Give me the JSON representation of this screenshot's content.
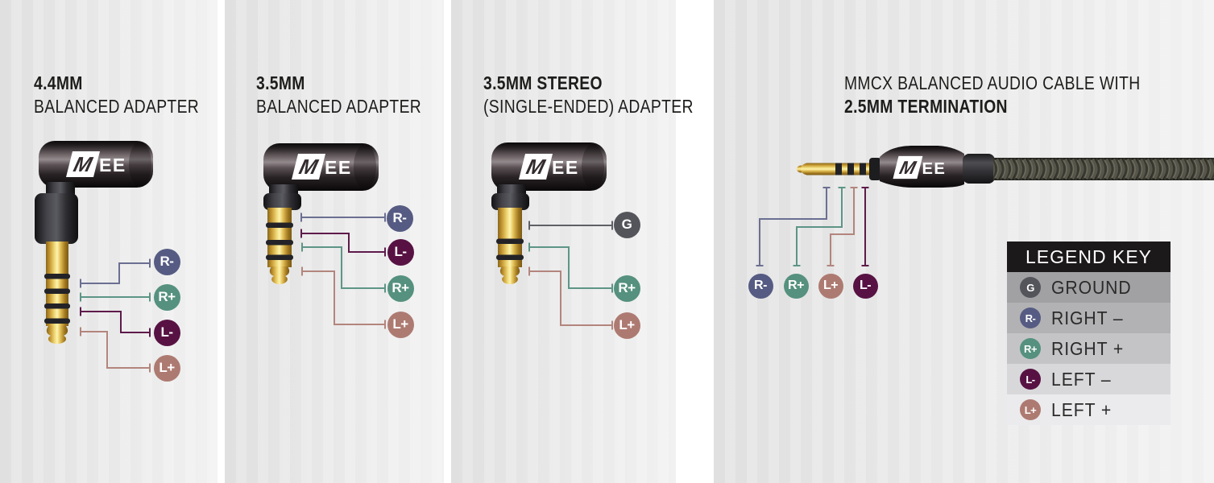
{
  "brand_logo": {
    "m": "M",
    "ee": "EE"
  },
  "pin_colors": {
    "G": "#54555b",
    "R-": "#565b83",
    "R+": "#55917e",
    "L-": "#571243",
    "L+": "#ad7a71"
  },
  "line_colors": {
    "G": "#5f6066",
    "R-": "#6b6f92",
    "R+": "#5d9586",
    "L-": "#5e1b4b",
    "L+": "#b3857d"
  },
  "panels": [
    {
      "title_line1": "4.4MM",
      "title_line2": "BALANCED ADAPTER",
      "pins": [
        {
          "label": "R-"
        },
        {
          "label": "R+"
        },
        {
          "label": "L-"
        },
        {
          "label": "L+"
        }
      ]
    },
    {
      "title_line1": "3.5MM",
      "title_line2": "BALANCED ADAPTER",
      "pins": [
        {
          "label": "R-"
        },
        {
          "label": "L-"
        },
        {
          "label": "R+"
        },
        {
          "label": "L+"
        }
      ]
    },
    {
      "title_line1": "3.5MM STEREO",
      "title_line2": "(SINGLE-ENDED) ADAPTER",
      "pins": [
        {
          "label": "G"
        },
        {
          "label": "R+"
        },
        {
          "label": "L+"
        }
      ]
    },
    {
      "title_line1": "MMCX BALANCED AUDIO CABLE WITH",
      "title_line2": "2.5MM TERMINATION",
      "pins": [
        {
          "label": "R-"
        },
        {
          "label": "R+"
        },
        {
          "label": "L+"
        },
        {
          "label": "L-"
        }
      ]
    }
  ],
  "legend": {
    "title": "LEGEND KEY",
    "rows": [
      {
        "pin": "G",
        "label": "GROUND"
      },
      {
        "pin": "R-",
        "label": "RIGHT –"
      },
      {
        "pin": "R+",
        "label": "RIGHT +"
      },
      {
        "pin": "L-",
        "label": "LEFT –"
      },
      {
        "pin": "L+",
        "label": "LEFT +"
      }
    ]
  }
}
